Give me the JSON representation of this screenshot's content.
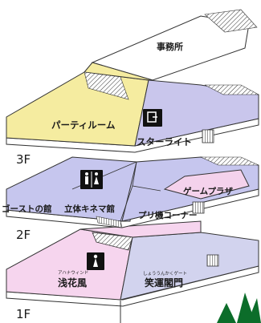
{
  "map": {
    "floors": [
      {
        "id": "3F",
        "label": "3F",
        "rooms": {
          "office": "事務所",
          "party_room": "パーティルーム",
          "star_light": "スターライト"
        },
        "icons": [
          "elevator-icon"
        ]
      },
      {
        "id": "2F",
        "label": "2F",
        "rooms": {
          "ghost_house": "ゴーストの館",
          "cinema_3d": "立体キネマ館",
          "game_plaza": "ゲームプラザ",
          "purikura_corner": "プリ機コーナー"
        },
        "icons": [
          "restroom-icon"
        ]
      },
      {
        "id": "1F",
        "label": "1F",
        "rooms": {
          "asakaze": "浅花風",
          "asakaze_ruby": "アハナウィンド",
          "shoun_gate": "笑運閣門",
          "shoun_gate_ruby": "しょううんかくゲート"
        },
        "icons": [
          "restroom-icon"
        ]
      }
    ],
    "colors": {
      "floor3_main": "#f5eca0",
      "floor3_side": "#c9c6ec",
      "floor2_main": "#c6c6ee",
      "floor2_pink": "#f4d2ec",
      "floor1_main": "#f6d5ee",
      "floor1_side": "#d2d3ee",
      "office": "#ffffff",
      "tree": "#0c6d2a"
    }
  }
}
